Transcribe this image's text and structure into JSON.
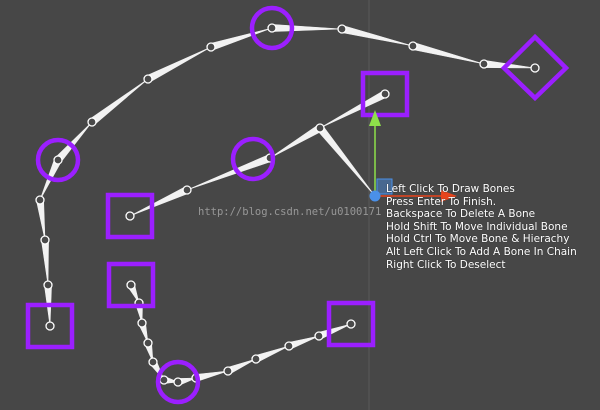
{
  "colors": {
    "background": "#474747",
    "grid_line": "#5a5a5a",
    "bone": "#f2f2f2",
    "joint": "#ffffff",
    "selection": "#9b1fff",
    "gizmo_y": "#8ee04a",
    "gizmo_x": "#e8441c",
    "gizmo_center": "#4a90e8"
  },
  "icons": {
    "joint": "circle-joint-icon",
    "selected_circle": "circle-handle-icon",
    "selected_square": "square-handle-icon",
    "selected_diamond": "diamond-handle-icon",
    "gizmo": "move-gizmo-icon"
  },
  "instructions": [
    "Left Click To Draw Bones",
    "Press Enter To Finish.",
    "Backspace To Delete A Bone",
    "Hold Shift To Move Individual Bone",
    "Hold Ctrl To Move Bone & Hierachy",
    "Alt Left Click To Add A Bone In Chain",
    "Right Click To Deselect"
  ],
  "watermark": "http://blog.csdn.net/u0100171"
}
